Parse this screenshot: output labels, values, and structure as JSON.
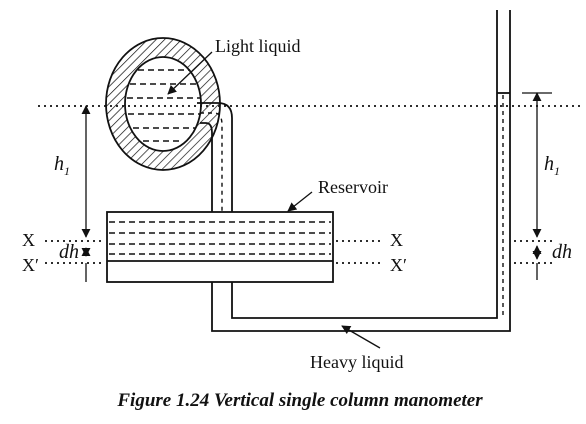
{
  "labels": {
    "light_liquid": "Light liquid",
    "reservoir": "Reservoir",
    "heavy_liquid": "Heavy liquid",
    "x_left": "X",
    "x_prime_left": "X′",
    "x_right": "X",
    "x_prime_right": "X′",
    "h_symbol": "h",
    "h_subscript": "1",
    "dh": "dh"
  },
  "caption": "Figure 1.24 Vertical single column manometer"
}
